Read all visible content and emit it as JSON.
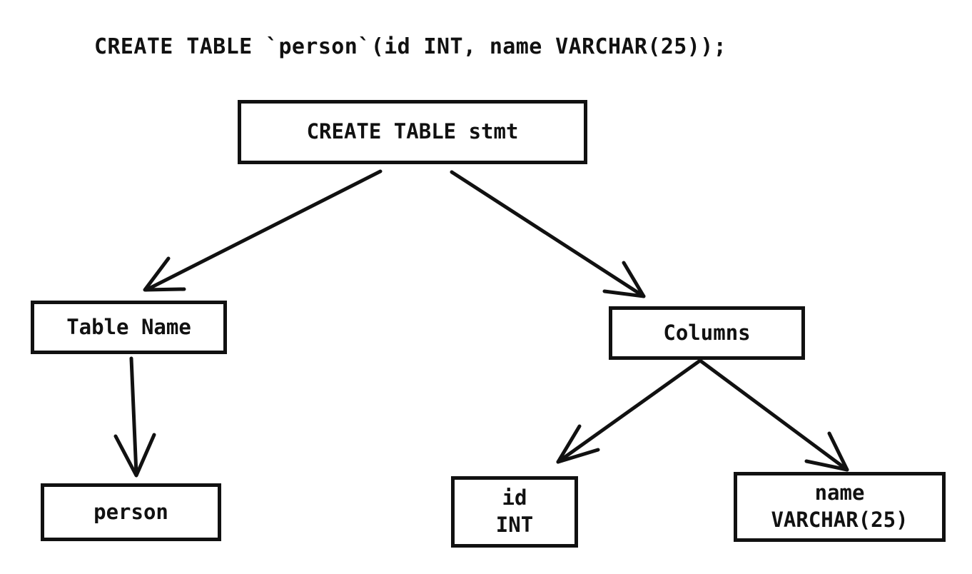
{
  "page": {
    "background_color": "#ffffff",
    "stroke_color": "#111111"
  },
  "sql_statement": "CREATE TABLE `person`(id INT, name VARCHAR(25));",
  "diagram": {
    "type": "parse-tree",
    "nodes": {
      "root": {
        "label": "CREATE TABLE stmt"
      },
      "table_name": {
        "label": "Table Name"
      },
      "columns": {
        "label": "Columns"
      },
      "person": {
        "label": "person"
      },
      "id_column": {
        "lines": [
          "id",
          "INT"
        ]
      },
      "name_column": {
        "lines": [
          "name",
          "VARCHAR(25)"
        ]
      }
    },
    "edges": [
      {
        "from": "root",
        "to": "table_name"
      },
      {
        "from": "root",
        "to": "columns"
      },
      {
        "from": "table_name",
        "to": "person"
      },
      {
        "from": "columns",
        "to": "id_column"
      },
      {
        "from": "columns",
        "to": "name_column"
      }
    ]
  }
}
